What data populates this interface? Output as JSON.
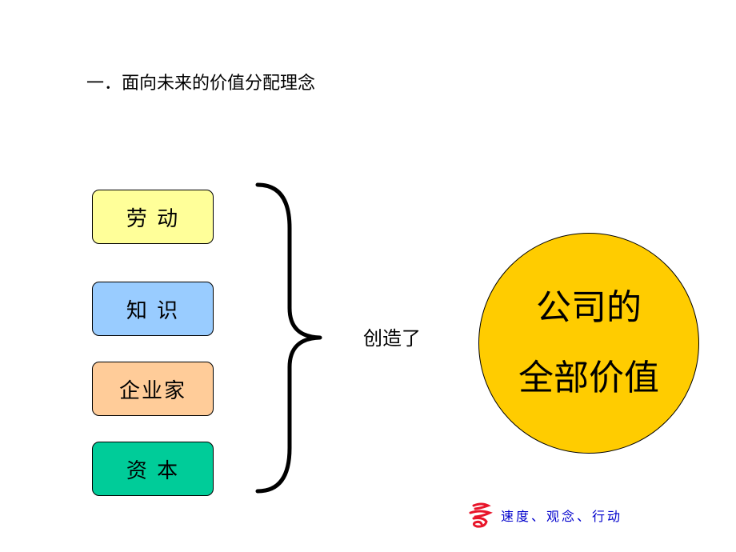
{
  "slide": {
    "title": "一．面向未来的价值分配理念"
  },
  "factors": [
    {
      "label": "劳 动",
      "color": "#FFFF99"
    },
    {
      "label": "知 识",
      "color": "#99CCFF"
    },
    {
      "label": "企业家",
      "color": "#FFCC99"
    },
    {
      "label": "资 本",
      "color": "#00CC99"
    }
  ],
  "connector": {
    "label": "创造了"
  },
  "result": {
    "line1": "公司的",
    "line2": "全部价值",
    "color": "#FFCC00"
  },
  "footer": {
    "slogan": "速度、观念、行动",
    "slogan_color": "#0000CC",
    "logo_color": "#E8152A",
    "logo_icon": "red-swirl-logo-icon"
  }
}
